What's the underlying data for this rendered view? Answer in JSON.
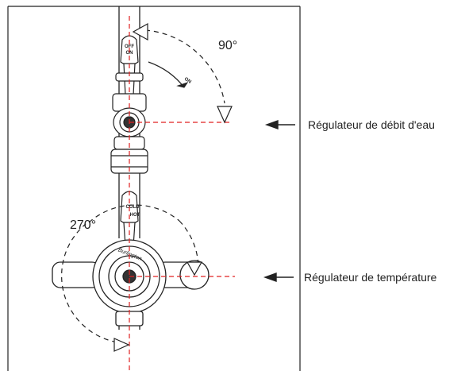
{
  "angles": {
    "flow_rotation": "90°",
    "temperature_rotation": "270°"
  },
  "callouts": {
    "flow_regulator": "Régulateur de débit d'eau",
    "temperature_regulator": "Régulateur de température"
  },
  "handle_marks": {
    "upper_handle_off": "OFF",
    "upper_handle_on": "ON",
    "flow_arrow_label": "ON",
    "lower_handle_cold": "COLD",
    "lower_handle_hot": "HOT"
  },
  "brand": "Burlington",
  "colors": {
    "line": "#222222",
    "centerline": "#e02020"
  }
}
